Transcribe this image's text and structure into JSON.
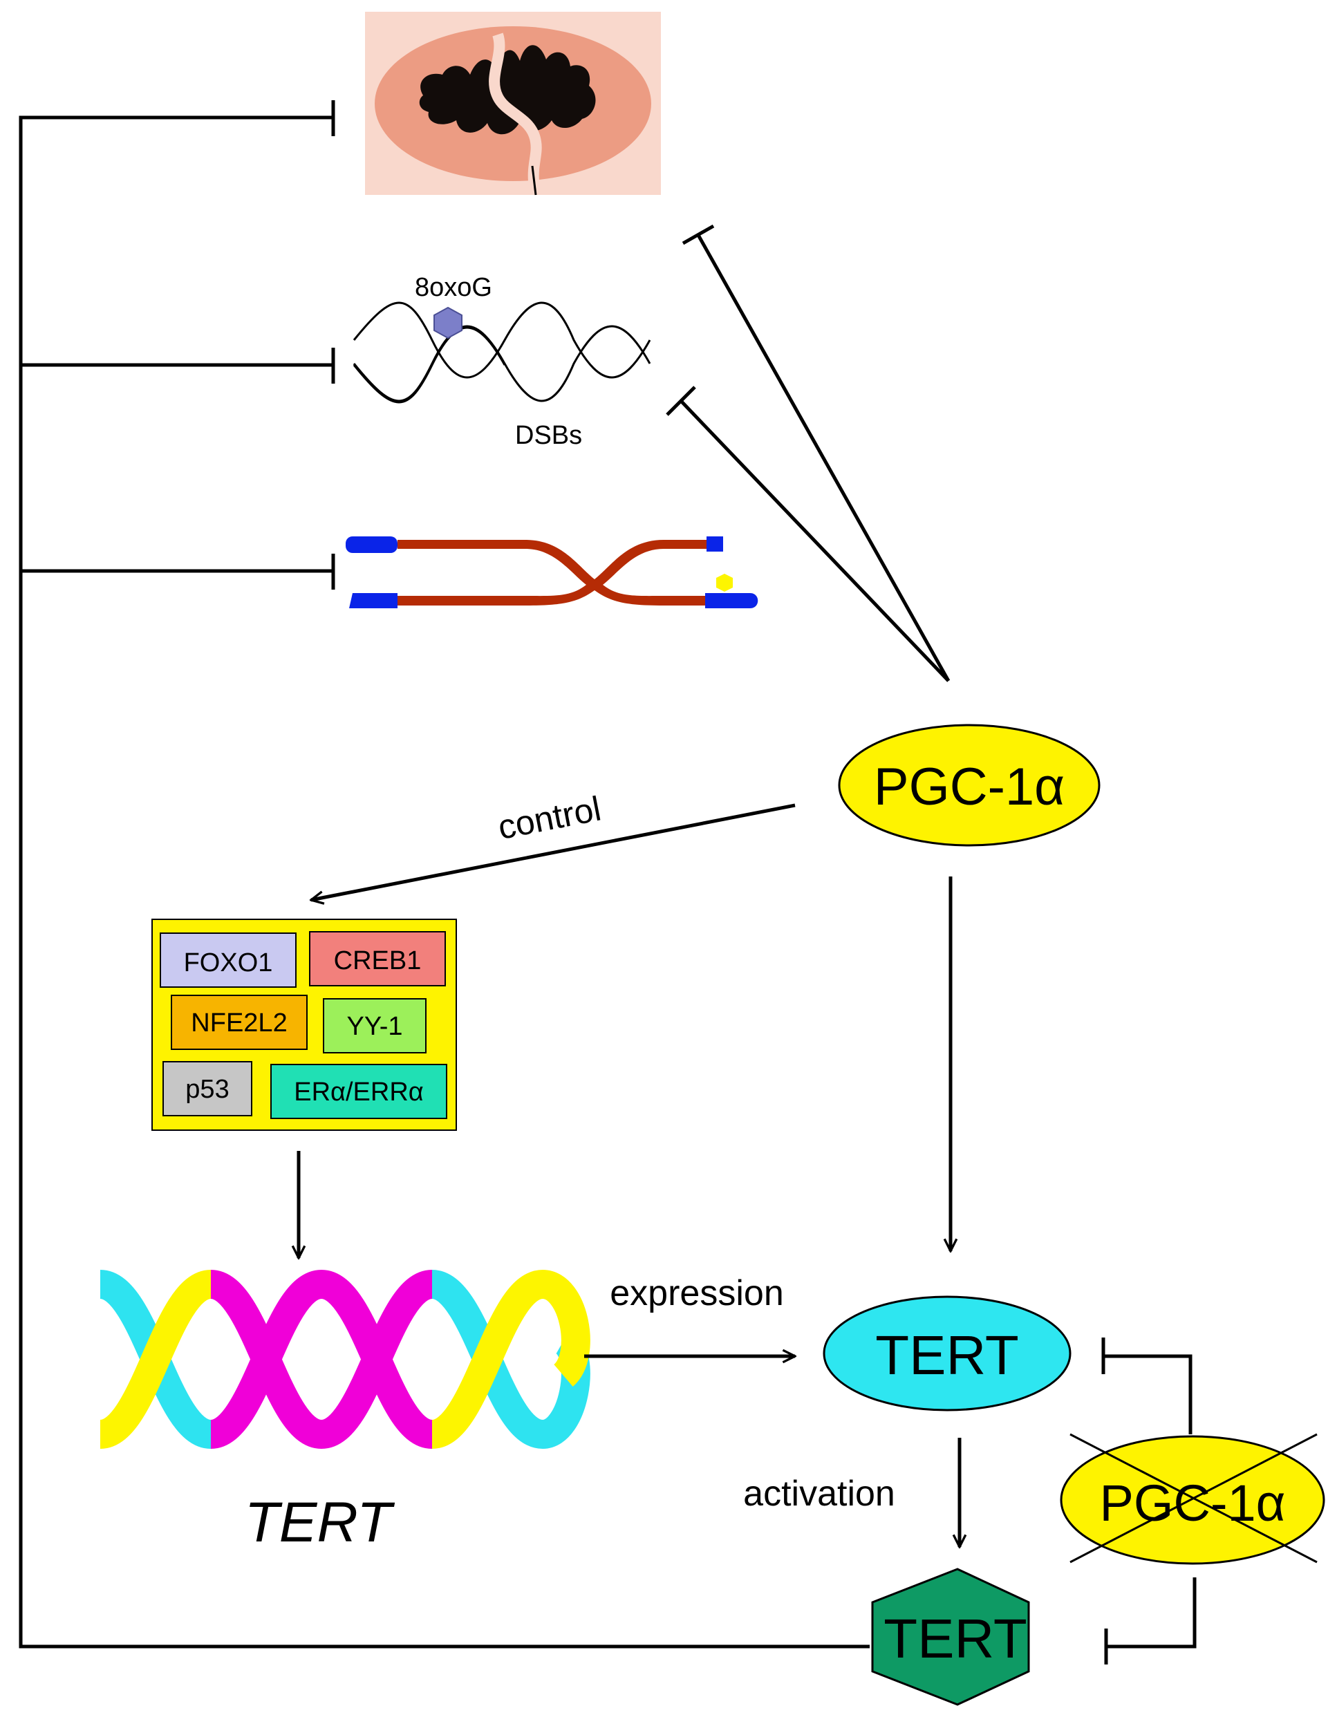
{
  "labels": {
    "oxog": "8oxoG",
    "dsbs": "DSBs",
    "control": "control",
    "expression": "expression",
    "activation": "activation",
    "tert_gene": "TERT",
    "pgc_main": "PGC-1α",
    "tert_protein": "TERT",
    "tert_active": "TERT",
    "pgc_absent": "PGC-1α"
  },
  "transcription_factors": [
    {
      "label": "FOXO1",
      "color": "#c9c9f1"
    },
    {
      "label": "CREB1",
      "color": "#f2807c"
    },
    {
      "label": "NFE2L2",
      "color": "#f7b400"
    },
    {
      "label": "YY-1",
      "color": "#9cf05a"
    },
    {
      "label": "p53",
      "color": "#c6c6c6"
    },
    {
      "label": "ERα/ERRα",
      "color": "#20e0b4"
    }
  ],
  "colors": {
    "tf_panel": "#fef300",
    "pgc": "#fef300",
    "tert_protein": "#2ee6f0",
    "tert_active": "#0e9a64",
    "mito_bg": "#f9d8cc",
    "mito_body": "#ec9c83",
    "chromosome": "#b52b05",
    "telomere": "#0a24e8",
    "dsb_marker": "#7c7fc9",
    "dna_cyan": "#2ee3f0",
    "dna_yellow": "#fdf500",
    "dna_magenta": "#f000d8"
  }
}
